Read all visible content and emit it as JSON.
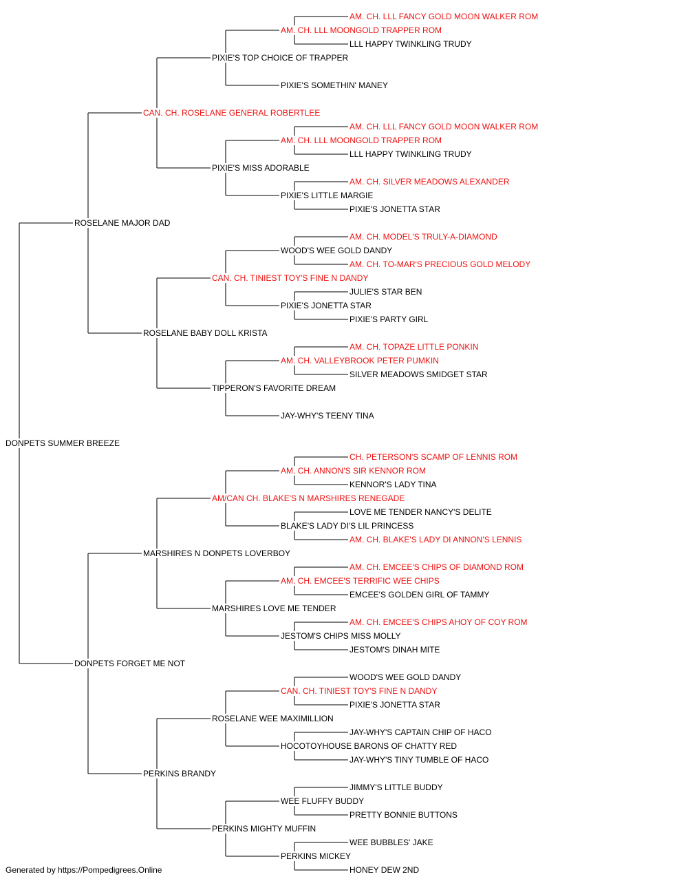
{
  "pedigree": {
    "name": "DONPETS SUMMER BREEZE",
    "champion": false,
    "sire": {
      "name": "ROSELANE MAJOR DAD",
      "champion": false,
      "sire": {
        "name": "CAN. CH. ROSELANE GENERAL ROBERTLEE",
        "champion": true,
        "sire": {
          "name": "PIXIE'S TOP CHOICE OF TRAPPER",
          "champion": false,
          "sire": {
            "name": "AM. CH. LLL MOONGOLD TRAPPER ROM",
            "champion": true,
            "sire": {
              "name": "AM. CH. LLL FANCY GOLD MOON WALKER ROM",
              "champion": true
            },
            "dam": {
              "name": "LLL HAPPY TWINKLING TRUDY",
              "champion": false
            }
          },
          "dam": {
            "name": "PIXIE'S SOMETHIN' MANEY",
            "champion": false
          }
        },
        "dam": {
          "name": "PIXIE'S MISS ADORABLE",
          "champion": false,
          "sire": {
            "name": "AM. CH. LLL MOONGOLD TRAPPER ROM",
            "champion": true,
            "sire": {
              "name": "AM. CH. LLL FANCY GOLD MOON WALKER ROM",
              "champion": true
            },
            "dam": {
              "name": "LLL HAPPY TWINKLING TRUDY",
              "champion": false
            }
          },
          "dam": {
            "name": "PIXIE'S LITTLE MARGIE",
            "champion": false,
            "sire": {
              "name": "AM. CH. SILVER MEADOWS ALEXANDER",
              "champion": true
            },
            "dam": {
              "name": "PIXIE'S JONETTA STAR",
              "champion": false
            }
          }
        }
      },
      "dam": {
        "name": "ROSELANE BABY DOLL KRISTA",
        "champion": false,
        "sire": {
          "name": "CAN. CH. TINIEST TOY'S FINE N DANDY",
          "champion": true,
          "sire": {
            "name": "WOOD'S WEE GOLD DANDY",
            "champion": false,
            "sire": {
              "name": "AM. CH. MODEL'S TRULY-A-DIAMOND",
              "champion": true
            },
            "dam": {
              "name": "AM. CH. TO-MAR'S PRECIOUS GOLD MELODY",
              "champion": true
            }
          },
          "dam": {
            "name": "PIXIE'S JONETTA STAR",
            "champion": false,
            "sire": {
              "name": "JULIE'S STAR BEN",
              "champion": false
            },
            "dam": {
              "name": "PIXIE'S PARTY GIRL",
              "champion": false
            }
          }
        },
        "dam": {
          "name": "TIPPERON'S FAVORITE DREAM",
          "champion": false,
          "sire": {
            "name": "AM. CH. VALLEYBROOK PETER PUMKIN",
            "champion": true,
            "sire": {
              "name": "AM. CH. TOPAZE LITTLE PONKIN",
              "champion": true
            },
            "dam": {
              "name": "SILVER MEADOWS SMIDGET STAR",
              "champion": false
            }
          },
          "dam": {
            "name": "JAY-WHY'S TEENY TINA",
            "champion": false
          }
        }
      }
    },
    "dam": {
      "name": "DONPETS FORGET ME NOT",
      "champion": false,
      "sire": {
        "name": "MARSHIRES N DONPETS LOVERBOY",
        "champion": false,
        "sire": {
          "name": "AM/CAN CH. BLAKE'S N MARSHIRES RENEGADE",
          "champion": true,
          "sire": {
            "name": "AM. CH. ANNON'S SIR KENNOR ROM",
            "champion": true,
            "sire": {
              "name": "CH. PETERSON'S SCAMP OF LENNIS ROM",
              "champion": true
            },
            "dam": {
              "name": "KENNOR'S LADY TINA",
              "champion": false
            }
          },
          "dam": {
            "name": "BLAKE'S LADY DI'S LIL PRINCESS",
            "champion": false,
            "sire": {
              "name": "LOVE ME TENDER NANCY'S DELITE",
              "champion": false
            },
            "dam": {
              "name": "AM. CH. BLAKE'S LADY DI ANNON'S LENNIS",
              "champion": true
            }
          }
        },
        "dam": {
          "name": "MARSHIRES LOVE ME TENDER",
          "champion": false,
          "sire": {
            "name": "AM. CH. EMCEE'S TERRIFIC WEE CHIPS",
            "champion": true,
            "sire": {
              "name": "AM. CH. EMCEE'S CHIPS OF DIAMOND ROM",
              "champion": true
            },
            "dam": {
              "name": "EMCEE'S GOLDEN GIRL OF TAMMY",
              "champion": false
            }
          },
          "dam": {
            "name": "JESTOM'S CHIPS MISS MOLLY",
            "champion": false,
            "sire": {
              "name": "AM. CH. EMCEE'S CHIPS AHOY OF COY ROM",
              "champion": true
            },
            "dam": {
              "name": "JESTOM'S DINAH MITE",
              "champion": false
            }
          }
        }
      },
      "dam": {
        "name": "PERKINS BRANDY",
        "champion": false,
        "sire": {
          "name": "ROSELANE WEE MAXIMILLION",
          "champion": false,
          "sire": {
            "name": "CAN. CH. TINIEST TOY'S FINE N DANDY",
            "champion": true,
            "sire": {
              "name": "WOOD'S WEE GOLD DANDY",
              "champion": false
            },
            "dam": {
              "name": "PIXIE'S JONETTA STAR",
              "champion": false
            }
          },
          "dam": {
            "name": "HOCOTOYHOUSE BARONS OF CHATTY RED",
            "champion": false,
            "sire": {
              "name": "JAY-WHY'S CAPTAIN CHIP OF HACO",
              "champion": false
            },
            "dam": {
              "name": "JAY-WHY'S TINY TUMBLE OF HACO",
              "champion": false
            }
          }
        },
        "dam": {
          "name": "PERKINS MIGHTY MUFFIN",
          "champion": false,
          "sire": {
            "name": "WEE FLUFFY BUDDY",
            "champion": false,
            "sire": {
              "name": "JIMMY'S LITTLE BUDDY",
              "champion": false
            },
            "dam": {
              "name": "PRETTY BONNIE BUTTONS",
              "champion": false
            }
          },
          "dam": {
            "name": "PERKINS MICKEY",
            "champion": false,
            "sire": {
              "name": "WEE BUBBLES' JAKE",
              "champion": false
            },
            "dam": {
              "name": "HONEY DEW 2ND",
              "champion": false
            }
          }
        }
      }
    }
  },
  "footer": "Generated by https://Pompedigrees.Online",
  "colors": {
    "champion": "#ee1111",
    "normal": "#000000",
    "line": "#333333"
  }
}
